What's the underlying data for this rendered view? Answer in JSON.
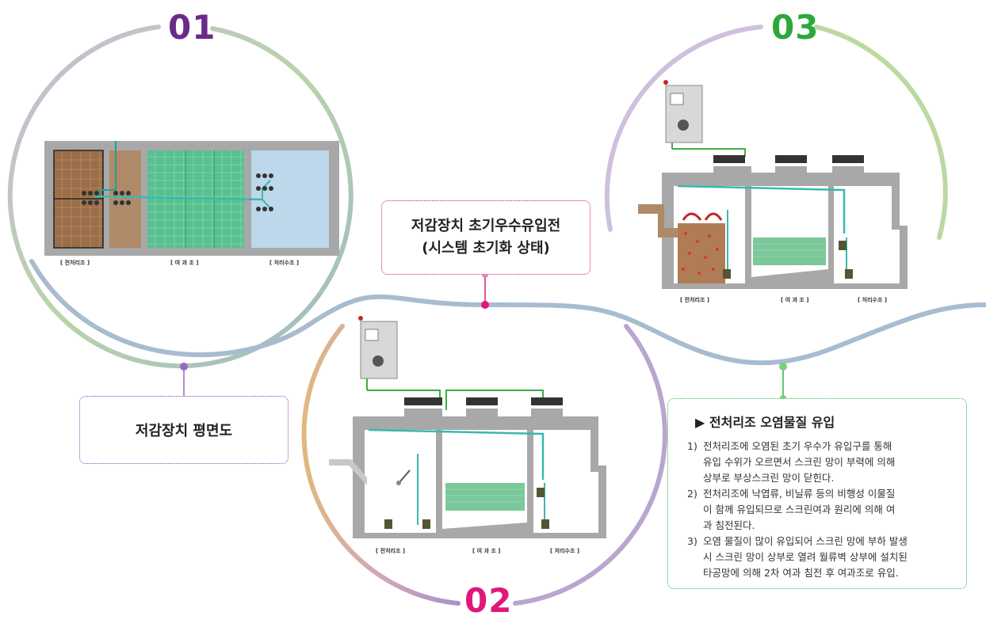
{
  "steps": {
    "n1": "01",
    "n2": "02",
    "n3": "03"
  },
  "boxes": {
    "plan_title": "저감장치 평면도",
    "initial_line1": "저감장치 초기우수유입전",
    "initial_line2": "(시스템 초기화 상태)",
    "inflow_heading": "전처리조 오염물질 유입",
    "inflow_marker": "▶",
    "inflow_items": [
      {
        "no": "1)",
        "text": "전처리조에 오염된 초기 우수가 유입구를 통해\n유입 수위가 오르면서 스크린 망이 부력에 의해\n상부로 부상스크린 망이 닫힌다."
      },
      {
        "no": "2)",
        "text": "전처리조에 낙엽류, 비닐류 등의 비행성 이물질\n이 함께 유입되므로 스크린여과 원리에 의해 여\n과 침전된다."
      },
      {
        "no": "3)",
        "text": "오염 물질이 많이 유입되어 스크린 망에 부하 발생\n시 스크린 망이 상부로 열려 월류벽 상부에 설치된\n타공망에 의해 2차 여과 침전 후 여과조로 유입."
      }
    ]
  },
  "panel_labels": {
    "pretreatment": "[ 전처리조 ]",
    "filtration": "[ 여 과 조 ]",
    "treated": "[ 처리수조 ]"
  },
  "colors": {
    "purple": "#6a2a8a",
    "magenta": "#e0187a",
    "green": "#2aa83a",
    "teal_pipe": "#3bb8b0",
    "tank_gray": "#a8a8a8",
    "water_blue": "#bcd8ea",
    "filter_green": "#5fc08a",
    "brown": "#a87a55"
  }
}
